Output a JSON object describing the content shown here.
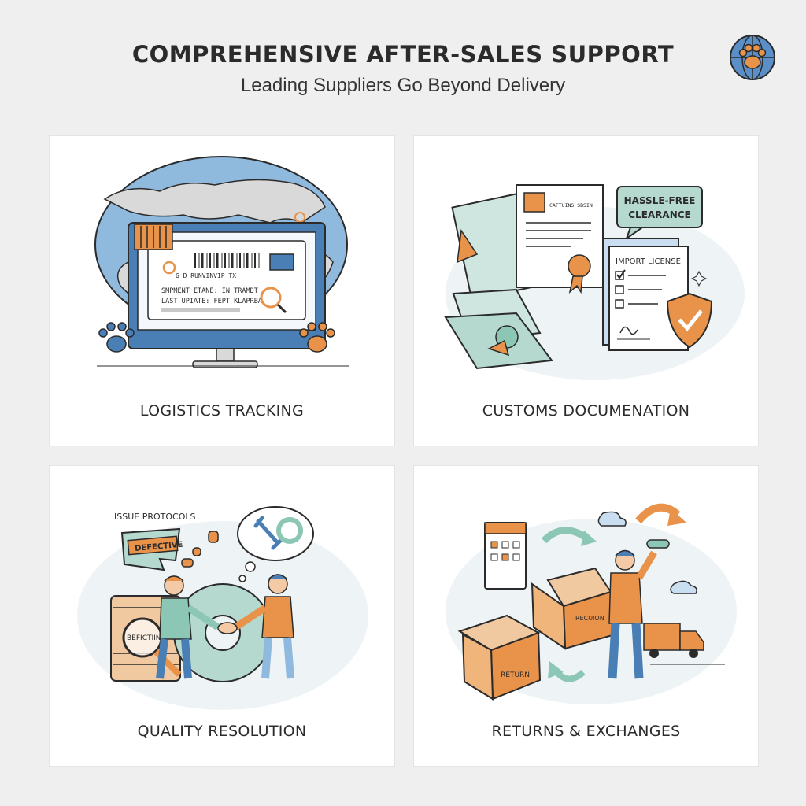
{
  "header": {
    "title": "COMPREHENSIVE AFTER-SALES SUPPORT",
    "subtitle": "Leading Suppliers Go Beyond Delivery",
    "logo_icon": "paw-globe-icon"
  },
  "colors": {
    "accent_orange": "#e8924a",
    "accent_blue": "#4a7fb5",
    "accent_teal": "#8cc7b5",
    "ink": "#2b2b2b"
  },
  "panels": [
    {
      "caption": "LOGISTICS TRACKING",
      "screen_code": "G D RUNVINVIP TX",
      "shipment_line": "SMPMENT ETANE: IN TRAMDT",
      "update_line": "LAST UPIATE: FEPT KLAPRBA"
    },
    {
      "caption": "CUSTOMS DOCUMENATION",
      "doc_heading": "CAFTUINS SBSIN",
      "bubble_line1": "HASSLE-FREE",
      "bubble_line2": "CLEARANCE",
      "license_title": "IMPORT LICENSE"
    },
    {
      "caption": "QUALITY RESOLUTION",
      "protocols_label": "ISSUE PROTOCOLS",
      "stamp_text": "DEFECTIVE",
      "bag_text": "BEFICTIIN"
    },
    {
      "caption": "RETURNS & EXCHANGES",
      "box_label_top": "RECUION",
      "box_label_bottom": "RETURN"
    }
  ]
}
